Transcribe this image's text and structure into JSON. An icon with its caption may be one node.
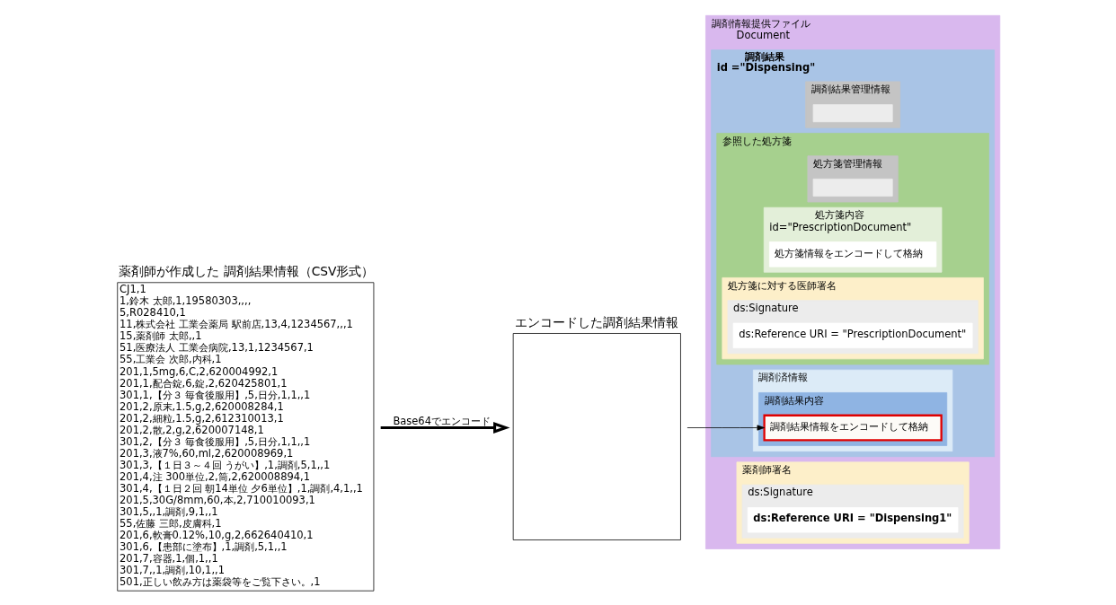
{
  "diagram": {
    "nodes": [
      {
        "text": [
          "調剤情報提供ファイル",
          "Document"
        ]
      },
      {
        "text": [
          "調剤結果",
          "id =\"Dispensing\""
        ],
        "in": 0
      },
      {
        "text": [
          "調剤結果管理情報"
        ],
        "in": 1
      },
      {
        "text": [],
        "shape": "box",
        "in": 2
      },
      {
        "text": [
          "参照した処方箋"
        ],
        "in": 1
      },
      {
        "text": [
          "処方箋管理情報"
        ],
        "in": 4
      },
      {
        "text": [],
        "shape": "box",
        "in": 5
      },
      {
        "text": [
          "処方箋内容",
          "id=\"PrescriptionDocument\""
        ],
        "in": 4
      },
      {
        "text": [
          "処方箋情報をエンコードして格納"
        ],
        "in": 7
      },
      {
        "text": [
          "処方箋に対する医師署名"
        ],
        "in": 4
      },
      {
        "text": [
          "ds:Signature"
        ],
        "in": 9
      },
      {
        "text": [
          "ds:Reference URI = \"PrescriptionDocument\""
        ],
        "in": 10
      },
      {
        "text": [
          "調剤済情報"
        ],
        "in": 1
      },
      {
        "text": [
          "調剤結果内容"
        ],
        "in": 12
      },
      {
        "text": [
          "調剤結果情報をエンコードして格納"
        ],
        "in": 13
      },
      {
        "text": [
          "薬剤師署名"
        ],
        "in": 0
      },
      {
        "text": [
          "ds:Signature"
        ],
        "in": 15
      },
      {
        "text": [
          "ds:Reference URI = \"Dispensing1\""
        ],
        "in": 16
      },
      {
        "text": [
          "薬剤師が作成した 調剤結果情報（CSV形式）",
          "CJ1,1",
          "1,鈴木 太郎,1,19580303,,,,",
          "5,R028410,1",
          "11,株式会社 工業会薬局 駅前店,13,4,1234567,,,1",
          "15,薬剤師 太郎,,1",
          "51,医療法人 工業会病院,13,1,1234567,1",
          "55,工業会 次郎,内科,1",
          "201,1,5mg,6,C,2,620004992,1",
          "201,1,配合錠,6,錠,2,620425801,1",
          "301,1,【分３ 毎食後服用】,5,日分,1,1,,1",
          "201,2,原末,1.5,g,2,620008284,1",
          "201,2,細粒,1.5,g,2,612310013,1",
          "201,2,散,2,g,2,620007148,1",
          "301,2,【分３ 毎食後服用】,5,日分,1,1,,1",
          "201,3,液7%,60,ml,2,620008969,1",
          "301,3,【１日３～４回 うがい】,1,調剤,5,1,,1",
          "201,4,注 300単位,2,筒,2,620008894,1",
          "301,4,【１日２回 朝14単位 夕6単位】,1,調剤,4,1,,1",
          "201,5,30G/8mm,60,本,2,710010093,1",
          "301,5,,1,調剤,9,1,,1",
          "55,佐藤 三郎,皮膚科,1",
          "201,6,軟膏0.12%,10,g,2,662640410,1",
          "301,6,【患部に塗布】,1,調剤,5,1,,1",
          "201,7,容器,1,個,1,,1",
          "301,7,,1,調剤,10,1,,1",
          "501,正しい飲み方は薬袋等をご覧下さい。,1"
        ]
      },
      {
        "text": [
          "エンコードした調剤結果情報"
        ]
      }
    ],
    "edges": [
      {
        "from": 18,
        "to": 19,
        "arrow": "to",
        "label": "Base64でエンコード",
        "style": "thick"
      },
      {
        "from": 19,
        "to": 14,
        "arrow": "to"
      }
    ]
  }
}
